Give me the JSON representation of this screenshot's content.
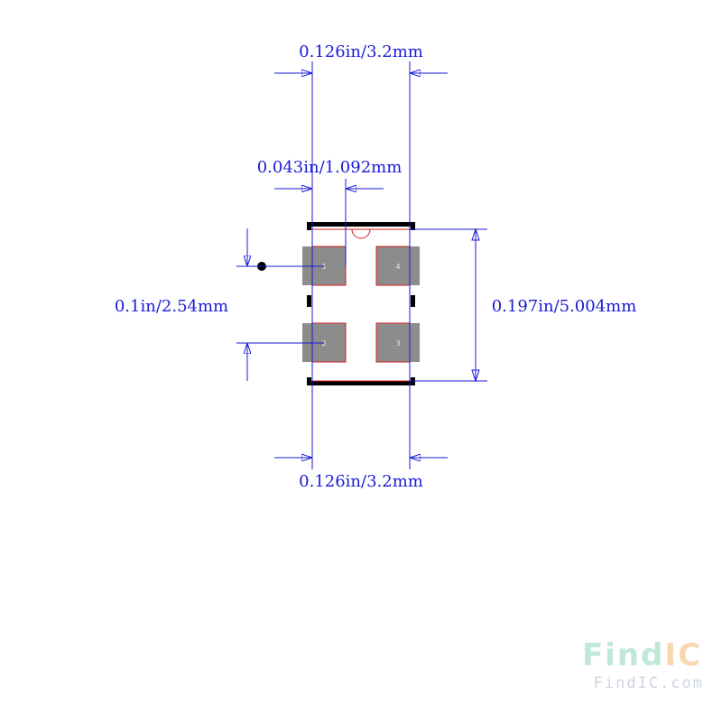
{
  "dimensions": {
    "top_width": "0.126in/3.2mm",
    "pad_width": "0.043in/1.092mm",
    "pitch": "0.1in/2.54mm",
    "height": "0.197in/5.004mm",
    "bottom_width": "0.126in/3.2mm"
  },
  "pads": [
    {
      "number": "1"
    },
    {
      "number": "4"
    },
    {
      "number": "2"
    },
    {
      "number": "3"
    }
  ],
  "watermark": {
    "logo_find": "Find",
    "logo_ic": "IC",
    "site": "FindIC.com"
  },
  "colors": {
    "dimension": "#1a1ad6",
    "silkscreen": "#000000",
    "pad_fill": "#8c8c8c",
    "courtyard": "#d42020",
    "watermark_find": "#bfe8d6",
    "watermark_ic": "#f7d7b0"
  }
}
